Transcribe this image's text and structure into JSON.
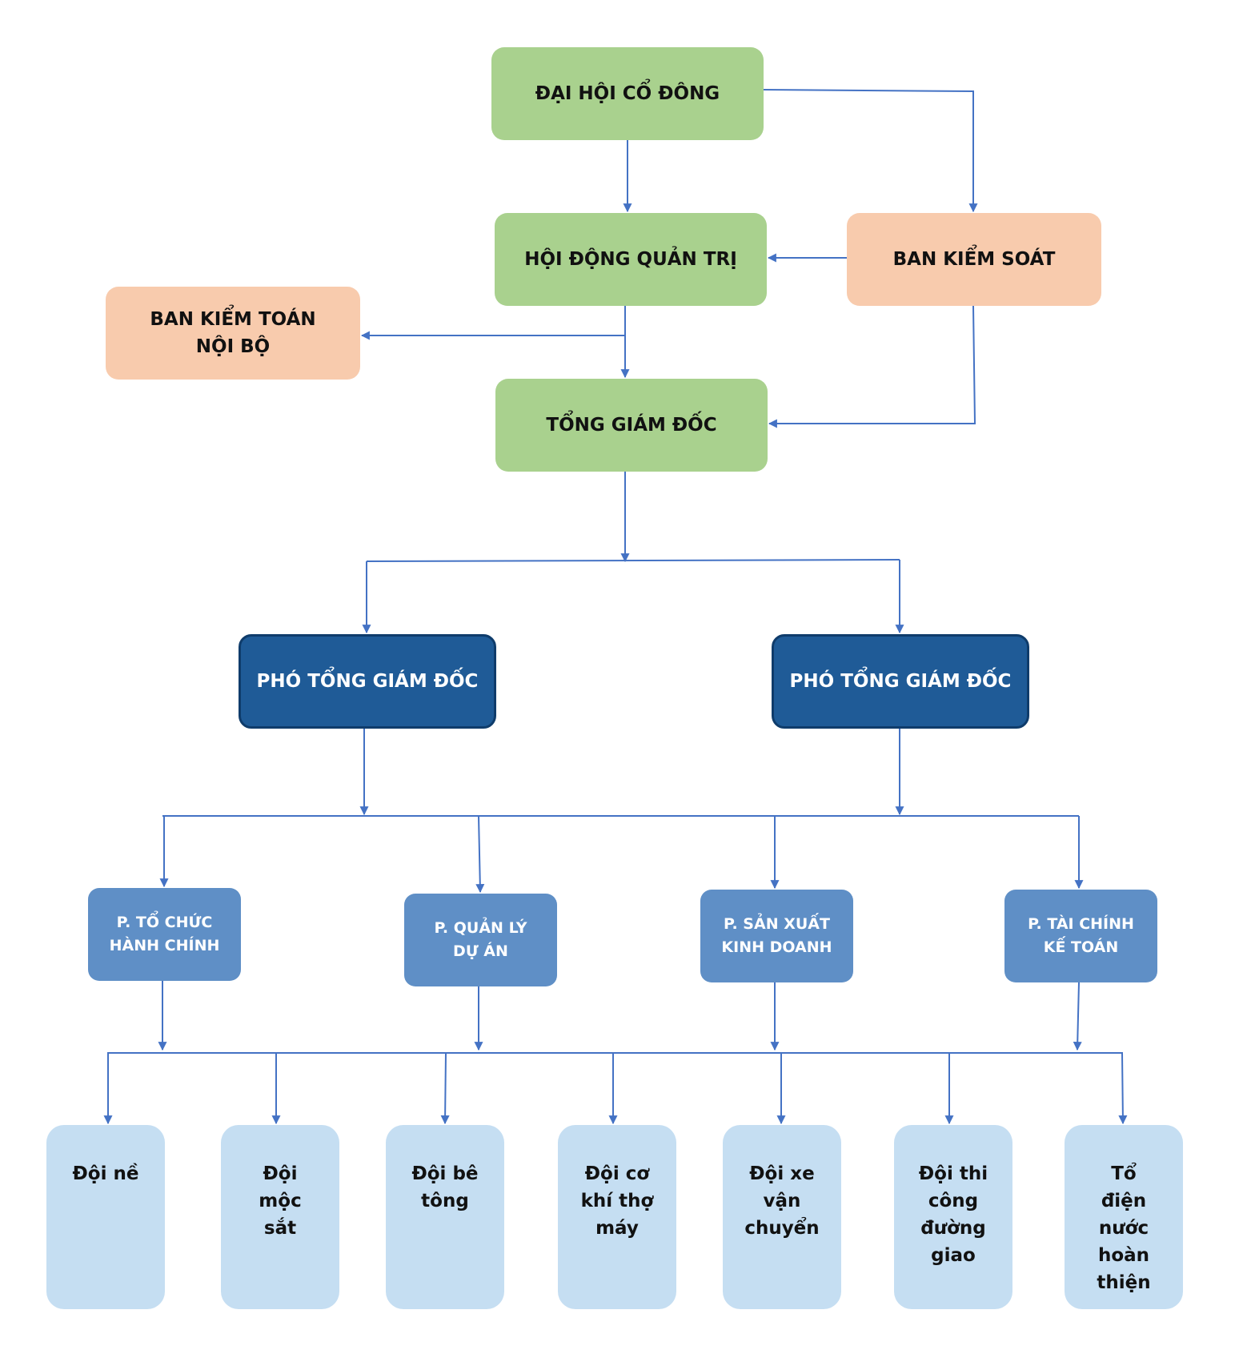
{
  "colors": {
    "connector": "#4472c4",
    "governance_box": "#a9d18e",
    "oversight_box": "#f8cbad",
    "deputy_box": "#1f5b97",
    "department_box": "#5f8fc6",
    "team_box": "#c5def2"
  },
  "governance": {
    "shareholders": "ĐẠI HỘI CỔ ĐÔNG",
    "board": "HỘI ĐỘNG QUẢN TRỊ",
    "ceo": "TỔNG GIÁM ĐỐC"
  },
  "oversight": {
    "supervisory": "BAN KIỂM SOÁT",
    "internal_audit": "BAN KIỂM TOÁN\nNỘI BỘ"
  },
  "deputies": [
    "PHÓ TỔNG GIÁM ĐỐC",
    "PHÓ TỔNG GIÁM ĐỐC"
  ],
  "departments": [
    "P. TỔ CHỨC\nHÀNH CHÍNH",
    "P. QUẢN LÝ\nDỰ ÁN",
    "P. SẢN XUẤT\nKINH DOANH",
    "P. TÀI CHÍNH\nKẾ TOÁN"
  ],
  "teams": [
    "Đội nề",
    "Đội\nmộc\nsắt",
    "Đội bê\ntông",
    "Đội cơ\nkhí thợ\nmáy",
    "Đội xe\nvận\nchuyển",
    "Đội thi\ncông\nđường\ngiao",
    "Tổ\nđiện\nnước\nhoàn\nthiện"
  ]
}
